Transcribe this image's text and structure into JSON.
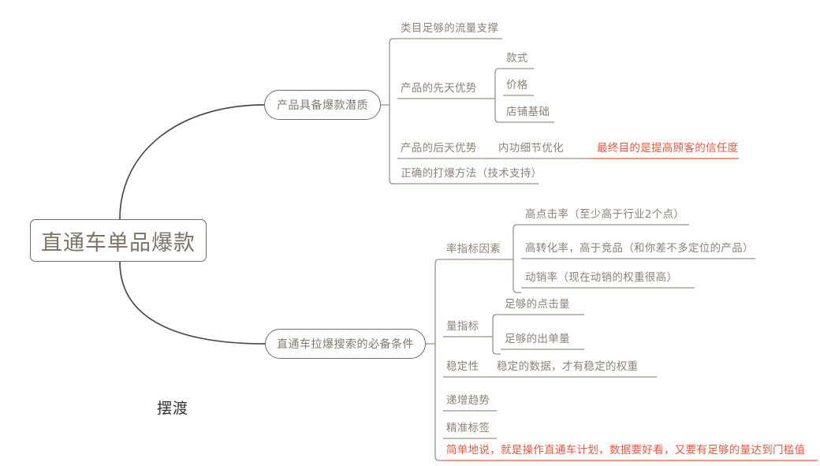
{
  "colors": {
    "text": "#8d8276",
    "accent_red": "#e8573c",
    "line": "#9a9189",
    "root_border": "#6d6a66",
    "background": "#ffffff"
  },
  "root": {
    "label": "直通车单品爆款"
  },
  "footnote": {
    "label": "摆渡"
  },
  "branches": [
    {
      "label": "产品具备爆款潜质",
      "children": [
        {
          "label": "类目足够的流量支撑"
        },
        {
          "label": "产品的先天优势",
          "children": [
            {
              "label": "款式"
            },
            {
              "label": "价格"
            },
            {
              "label": "店铺基础"
            }
          ]
        },
        {
          "label": "产品的后天优势",
          "children": [
            {
              "label": "内功细节优化",
              "children": [
                {
                  "label": "最终目的是提高顾客的信任度",
                  "color": "red"
                }
              ]
            }
          ]
        },
        {
          "label": "正确的打爆方法（技术支持）"
        }
      ]
    },
    {
      "label": "直通车拉爆搜索的必备条件",
      "children": [
        {
          "label": "率指标因素",
          "children": [
            {
              "label": "高点击率（至少高于行业2个点）"
            },
            {
              "label": "高转化率，高于竞品（和你差不多定位的产品）"
            },
            {
              "label": "动销率（现在动销的权重很高）"
            }
          ]
        },
        {
          "label": "量指标",
          "children": [
            {
              "label": "足够的点击量"
            },
            {
              "label": "足够的出单量"
            }
          ]
        },
        {
          "label": "稳定性",
          "children": [
            {
              "label": "稳定的数据，才有稳定的权重"
            }
          ]
        },
        {
          "label": "递增趋势"
        },
        {
          "label": "精准标签"
        },
        {
          "label": "简单地说，就是操作直通车计划，数据要好看，又要有足够的量达到门槛值",
          "color": "red"
        }
      ]
    }
  ]
}
